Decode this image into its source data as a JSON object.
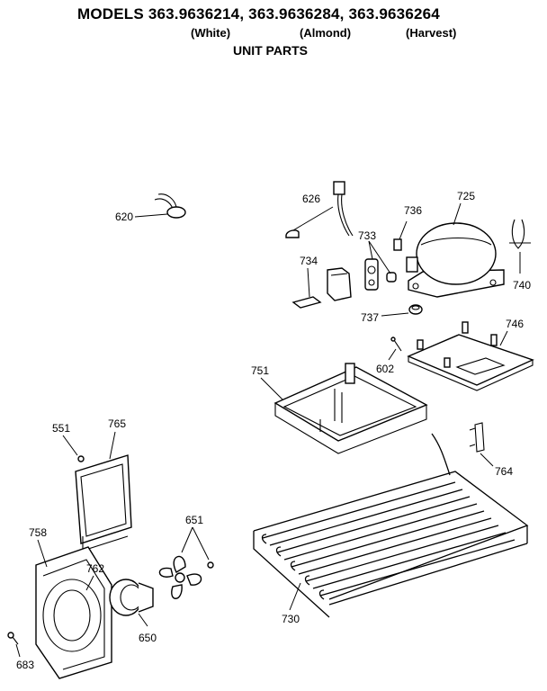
{
  "header": {
    "models_line": "MODELS 363.9636214, 363.9636284, 363.9636264",
    "variants": [
      "(White)",
      "(Almond)",
      "(Harvest)"
    ],
    "subtitle": "UNIT PARTS"
  },
  "part_labels": {
    "p620": "620",
    "p626": "626",
    "p733": "733",
    "p734": "734",
    "p736": "736",
    "p725": "725",
    "p740": "740",
    "p737": "737",
    "p746": "746",
    "p602": "602",
    "p751": "751",
    "p551": "551",
    "p765": "765",
    "p764": "764",
    "p651": "651",
    "p758": "758",
    "p762": "762",
    "p650": "650",
    "p730": "730",
    "p683": "683"
  }
}
